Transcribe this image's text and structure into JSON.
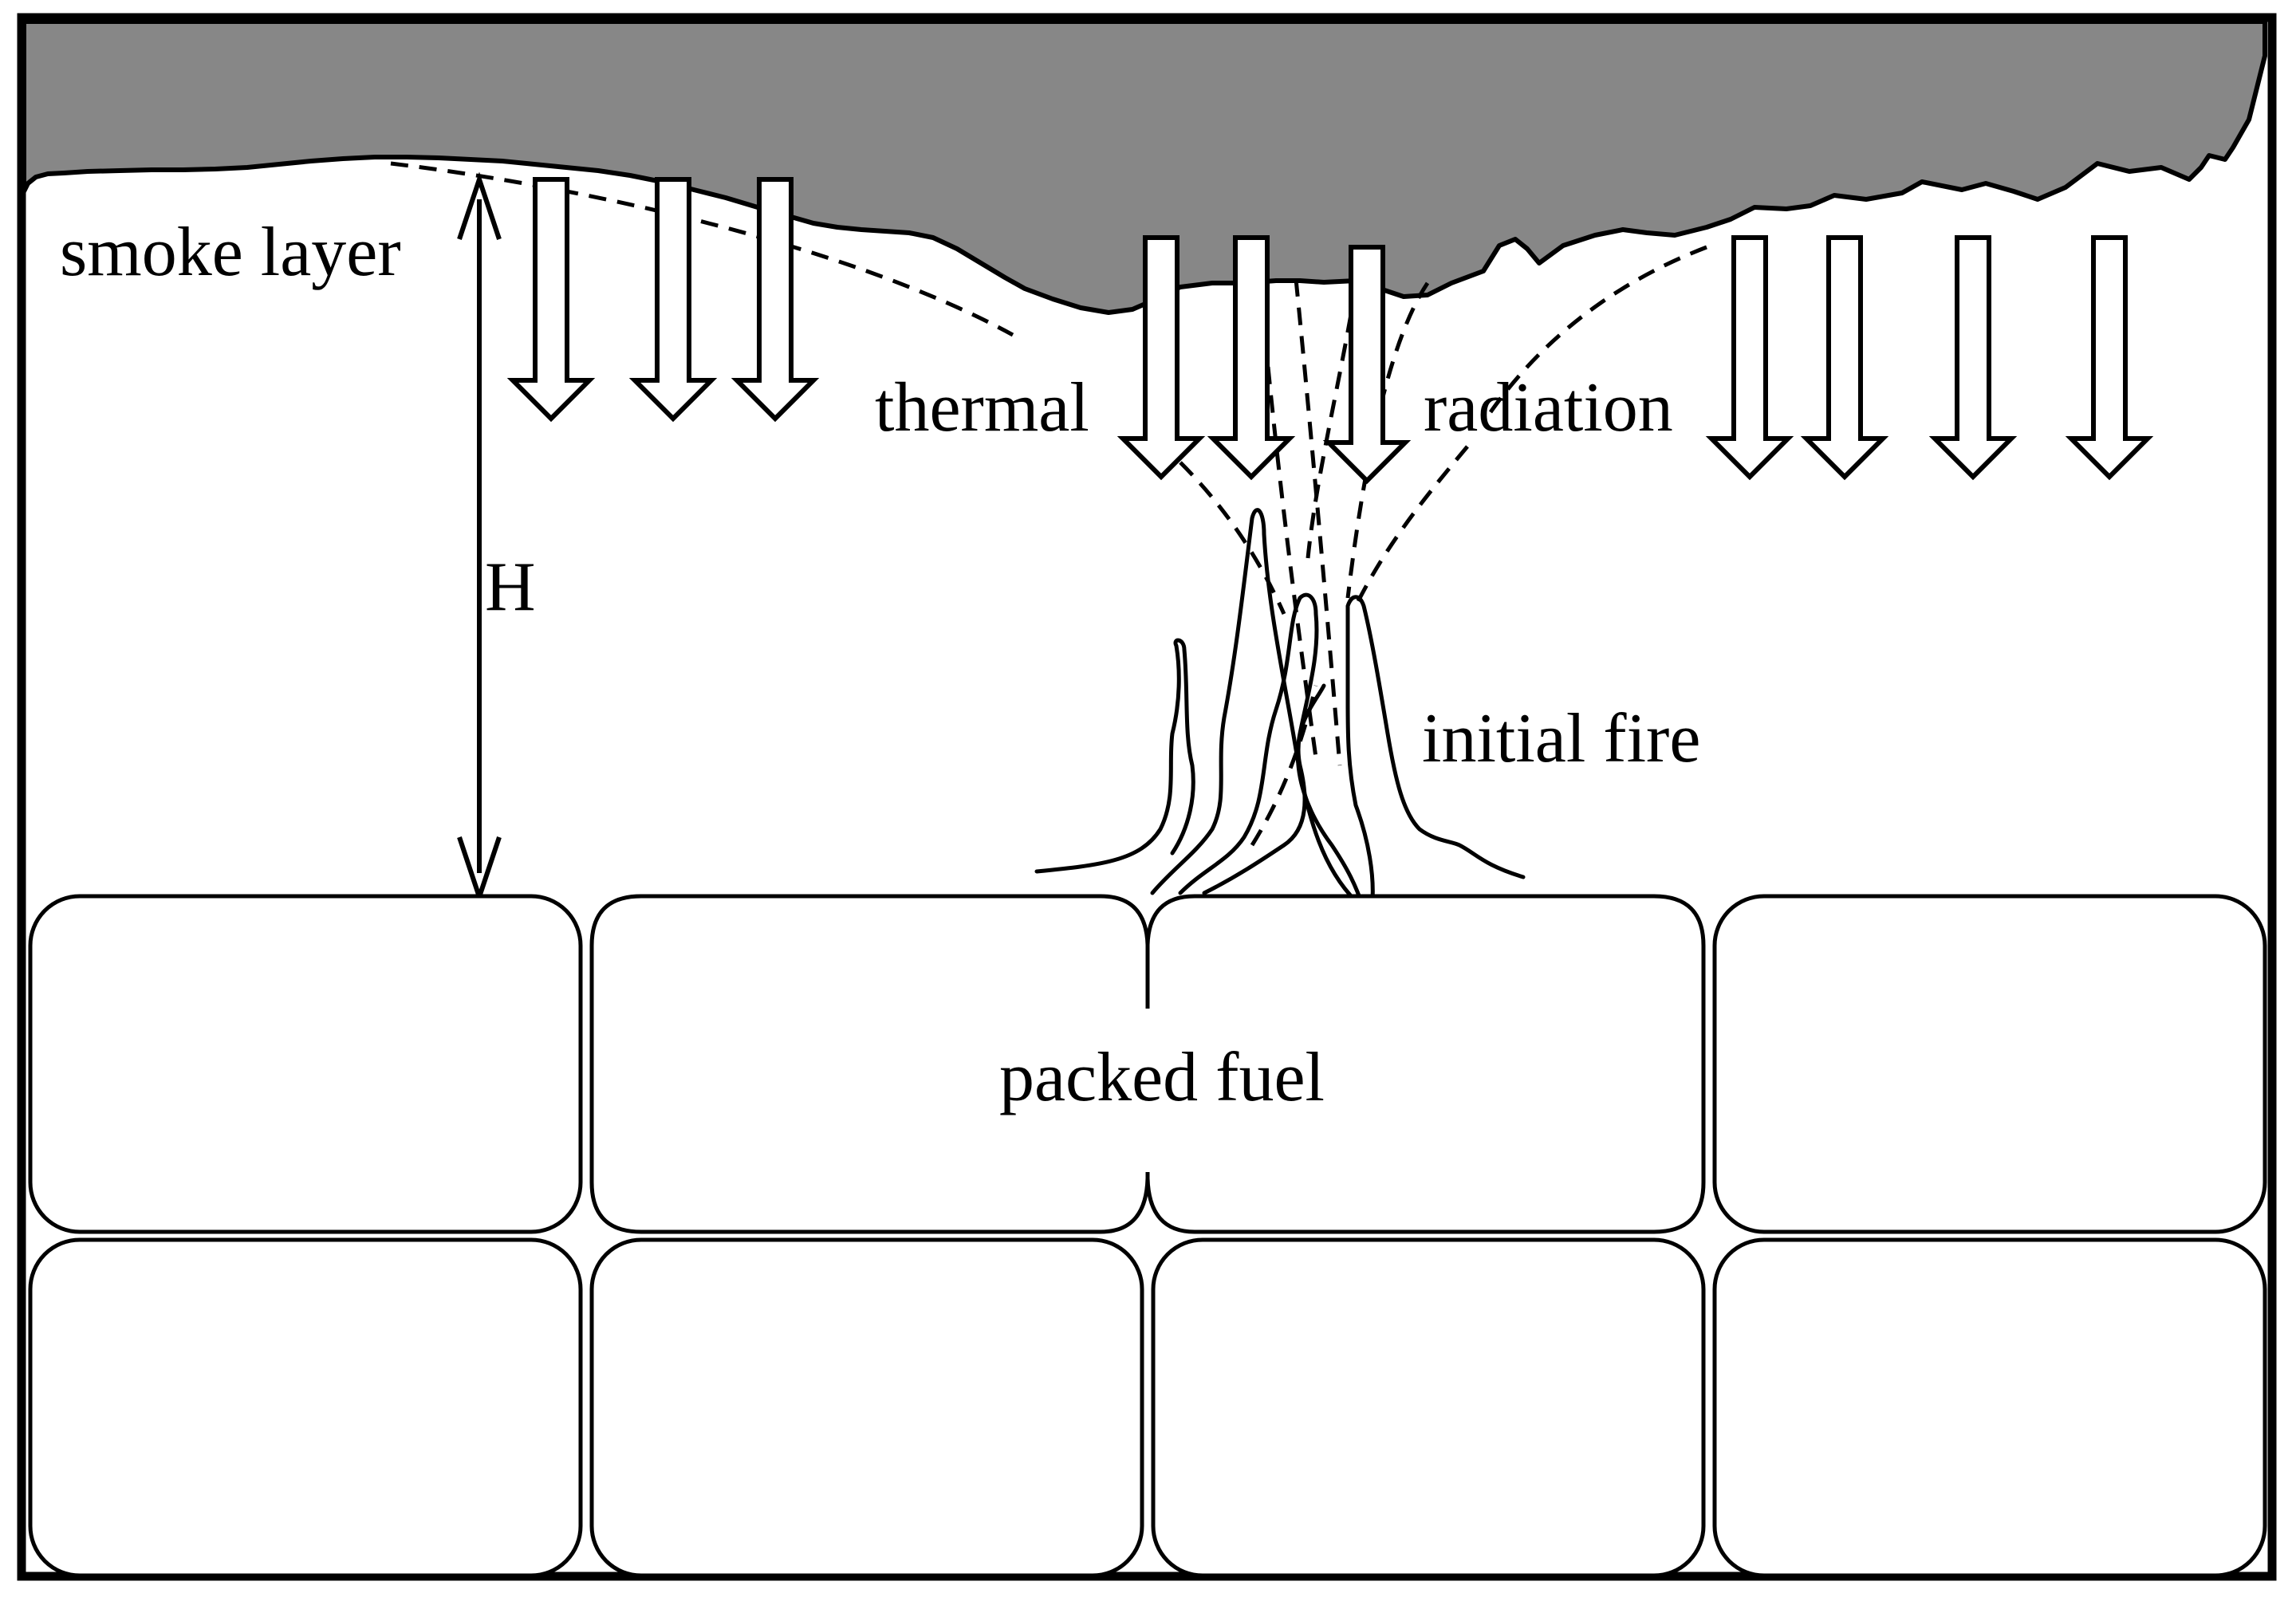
{
  "labels": {
    "smoke_layer": "smoke layer",
    "height": "H",
    "thermal": "thermal",
    "radiation": "radiation",
    "initial_fire": "initial fire",
    "packed_fuel": "packed fuel"
  },
  "colors": {
    "smoke": "#878787",
    "stroke": "#000000",
    "background": "#ffffff"
  },
  "fuel_grid": {
    "columns": 4,
    "rows": 2
  },
  "radiation_arrow_count": 10
}
